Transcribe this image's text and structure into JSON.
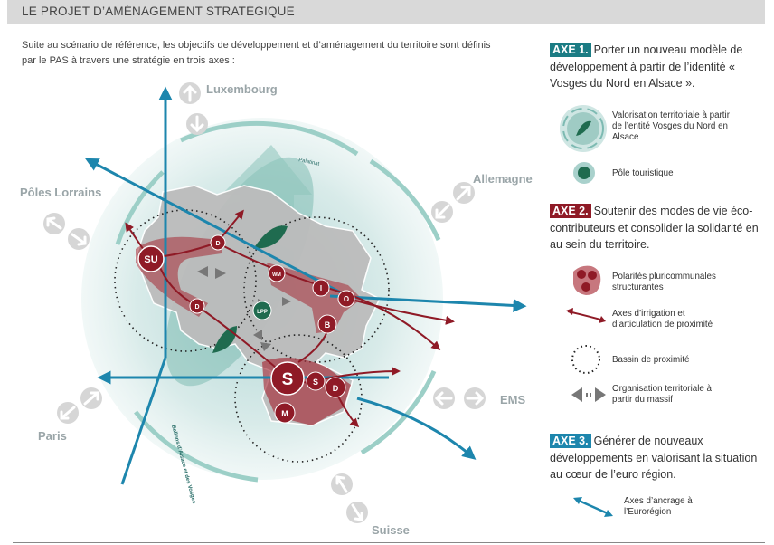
{
  "header": {
    "title": "LE PROJET D’AMÉNAGEMENT STRATÉGIQUE"
  },
  "intro": {
    "text": "Suite au scénario de référence, les objectifs de développement et d’aménagement du territoire sont définis par le PAS à travers une stratégie en trois axes :"
  },
  "map": {
    "labels": {
      "luxembourg": "Luxembourg",
      "allemagne": "Allemagne",
      "poles_lorrains": "Pôles Lorrains",
      "paris": "Paris",
      "ems": "EMS",
      "suisse": "Suisse",
      "palatinat": "Palatinat",
      "ballons": "Ballons d’Alsace et des Vosges"
    },
    "poles": {
      "su": "SU",
      "d1": "D",
      "d2": "D",
      "wm": "WM",
      "lpp": "LPP",
      "i": "I",
      "o": "O",
      "b": "B",
      "s_big": "S",
      "s_small": "S",
      "d3": "D",
      "m": "M"
    },
    "colors": {
      "teal": "#1b7c84",
      "red": "#8f1a26",
      "blue": "#1d86ad",
      "green": "#1f6b4f"
    }
  },
  "axes": [
    {
      "tag": "AXE 1.",
      "text": "Porter un nouveau modèle de développement à partir de l’identité « Vosges du Nord en Alsace »."
    },
    {
      "tag": "AXE 2.",
      "text": "Soutenir des modes de vie éco-contributeurs et consolider la solidarité en au sein du territoire."
    },
    {
      "tag": "AXE 3.",
      "text": "Générer de nouveaux développements en valorisant la situation au cœur de l’euro région."
    }
  ],
  "legend": {
    "valorisation": "Valorisation territoriale à partir de l’entité Vosges du Nord en Alsace",
    "pole_touristique": "Pôle touristique",
    "polarites": "Polarités pluricommunales structurantes",
    "axes_irrigation": "Axes d’irrigation et d’articulation de proximité",
    "bassin": "Bassin de proximité",
    "organisation": "Organisation territoriale à partir du massif",
    "axes_ancrage": "Axes d’ancrage à l’Eurorégion"
  }
}
